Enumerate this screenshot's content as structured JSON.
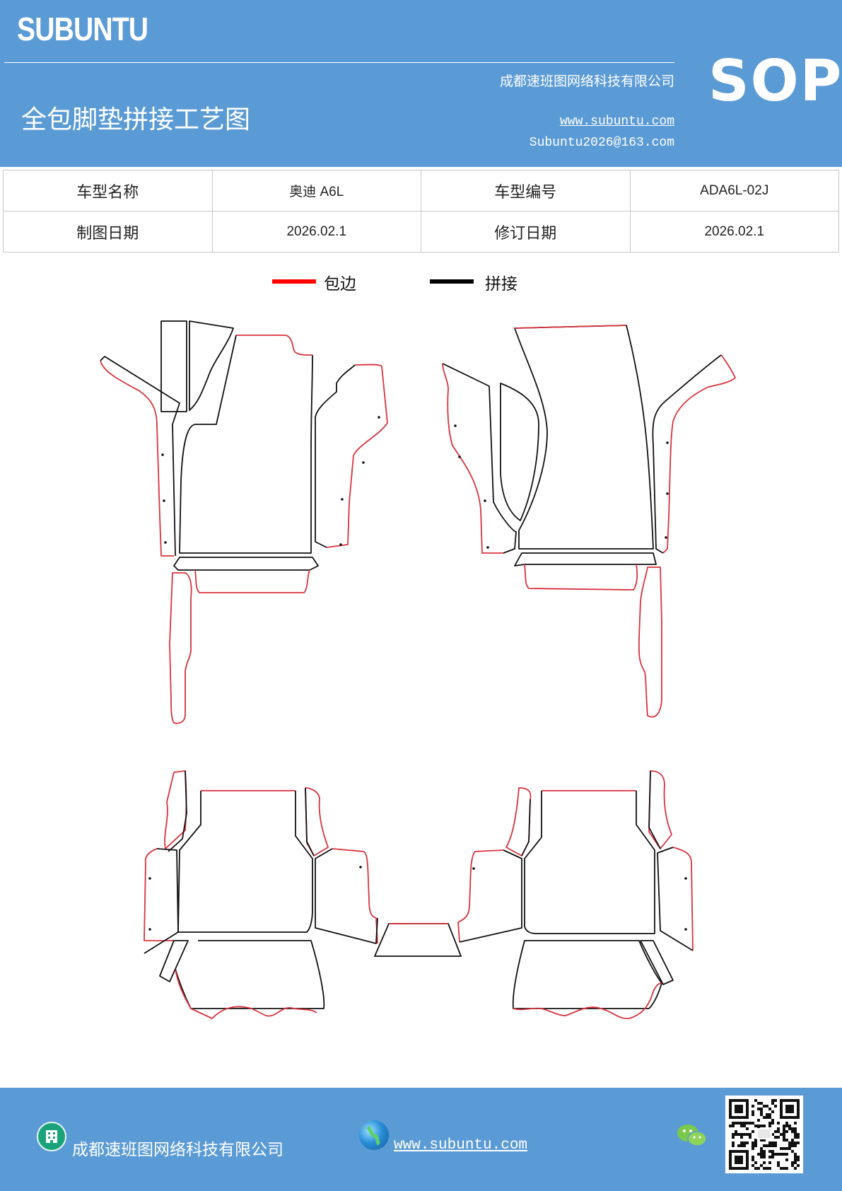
{
  "header": {
    "brand": "SUBUNTU",
    "company": "成都速班图网络科技有限公司",
    "title": "全包脚垫拼接工艺图",
    "website": "www.subuntu.com",
    "email": "Subuntu2026@163.com",
    "badge": "SOP"
  },
  "info_table": {
    "rows": [
      {
        "label1": "车型名称",
        "value1": "奥迪 A6L",
        "label2": "车型编号",
        "value2": "ADA6L-02J"
      },
      {
        "label1": "制图日期",
        "value1": "2026.02.1",
        "label2": "修订日期",
        "value2": "2026.02.1"
      }
    ]
  },
  "legend": {
    "items": [
      {
        "label": "包边",
        "color": "#ff0000"
      },
      {
        "label": "拼接",
        "color": "#000000"
      }
    ]
  },
  "drawing": {
    "edge_color": "#d9333f",
    "seam_color": "#111111"
  },
  "footer": {
    "company": "成都速班图网络科技有限公司",
    "website": "www.subuntu.com",
    "icons": [
      "building-icon",
      "globe-icon",
      "wechat-icon",
      "qr-code"
    ]
  }
}
